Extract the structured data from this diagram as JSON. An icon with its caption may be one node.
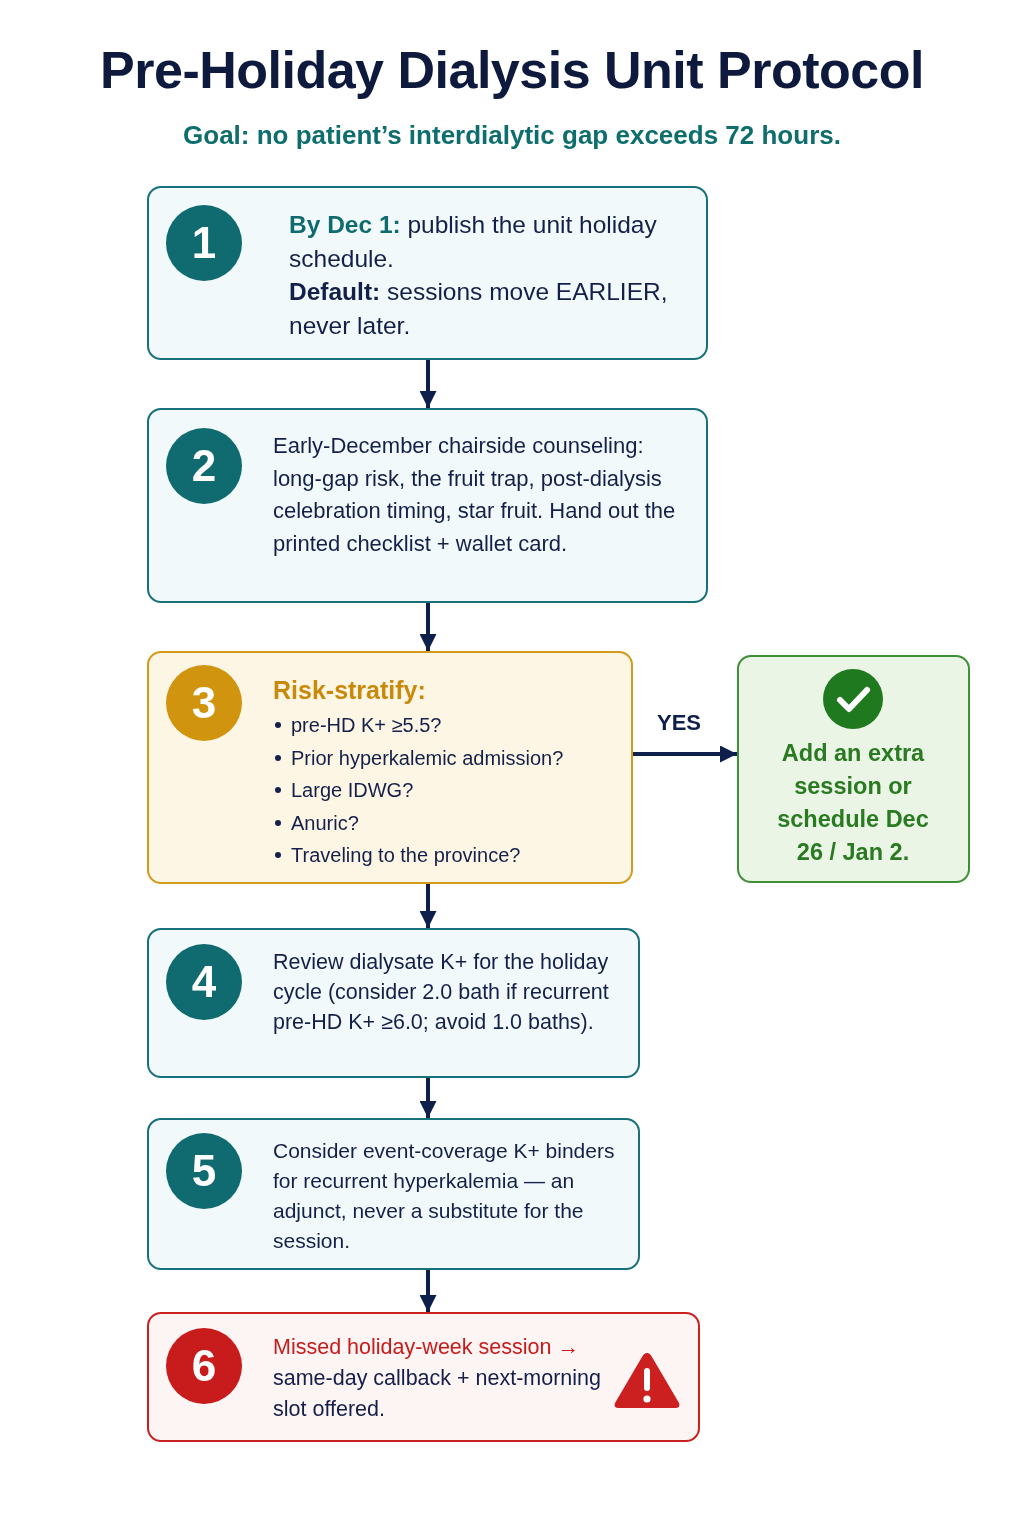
{
  "diagram": {
    "title": "Pre-Holiday Dialysis Unit Protocol",
    "nodes": [
      {
        "text": [
          "1",
          "**By Dec 1:** publish the unit holiday schedule.",
          "**Default:** sessions move EARLIER, never later."
        ]
      },
      {
        "text": [
          "2",
          "Early-December chairside counseling: long-gap risk, the fruit trap, post-dialysis celebration timing, star fruit. Hand out the printed checklist + wallet card."
        ]
      },
      {
        "text": [
          "3",
          "Risk-stratify:",
          "pre-HD K+ ≥5.5?",
          "Prior hyperkalemic admission?",
          "Large IDWG?",
          "Anuric?",
          "Traveling to the province?"
        ]
      },
      {
        "text": [
          "Add an extra session or schedule Dec 26 / Jan 2."
        ]
      },
      {
        "text": [
          "4",
          "Review dialysate K+ for the holiday cycle (consider 2.0 bath if recurrent pre-HD K+ ≥6.0; avoid 1.0 baths)."
        ]
      },
      {
        "text": [
          "5",
          "Consider event-coverage K+ binders for recurrent hyperkalemia — an adjunct, never a substitute for the session."
        ]
      },
      {
        "text": [
          "6",
          "Missed holiday-week session →",
          "same-day callback + next-morning slot offered."
        ]
      }
    ],
    "edges": [
      {
        "from": 0,
        "to": 1,
        "arrow": "to"
      },
      {
        "from": 1,
        "to": 2,
        "arrow": "to"
      },
      {
        "from": 2,
        "to": 3,
        "arrow": "to",
        "label": "YES"
      },
      {
        "from": 2,
        "to": 4,
        "arrow": "to"
      },
      {
        "from": 4,
        "to": 5,
        "arrow": "to"
      },
      {
        "from": 5,
        "to": 6,
        "arrow": "to"
      }
    ],
    "labels": [
      "Goal: no patient’s interdialytic gap exceeds 72 hours."
    ]
  }
}
